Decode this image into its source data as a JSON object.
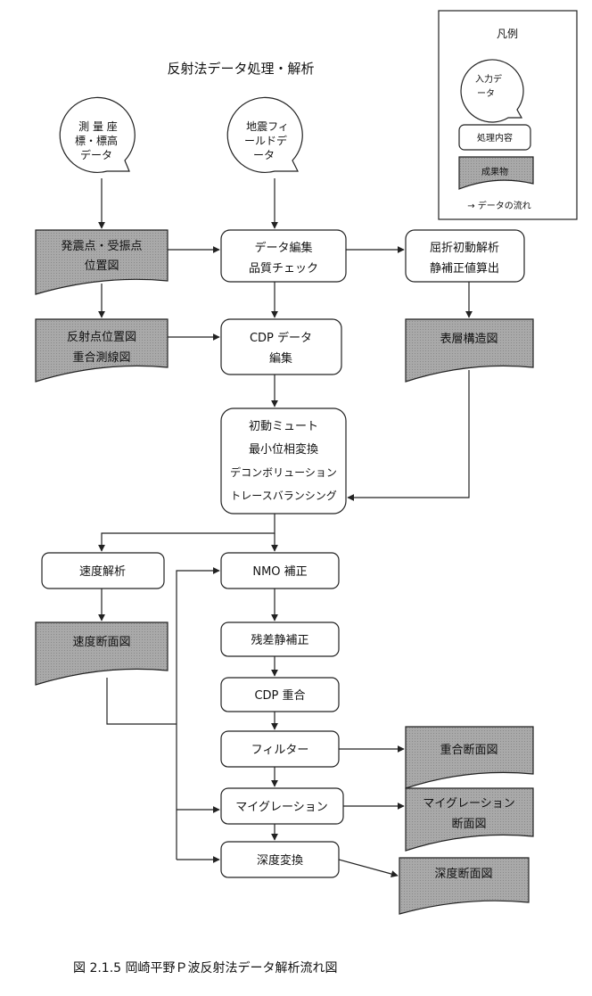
{
  "title": "反射法データ処理・解析",
  "caption": "図 2.1.5 岡崎平野Ｐ波反射法データ解析流れ図",
  "legend": {
    "title": "凡例",
    "input_line1": "入力デ",
    "input_line2": "ータ",
    "process": "処理内容",
    "product": "成果物",
    "flow": "→ データの流れ"
  },
  "inputs": {
    "survey": [
      "測 量 座",
      "標・標高",
      "データ"
    ],
    "seismic": [
      "地震フィ",
      "ールドデ",
      "ータ"
    ]
  },
  "processes": {
    "data_edit": [
      "データ編集",
      "品質チェック"
    ],
    "refraction": [
      "屈折初動解析",
      "静補正値算出"
    ],
    "cdp_edit": [
      "CDP データ",
      "編集"
    ],
    "processing": [
      "初動ミュート",
      "最小位相変換",
      "デコンボリューション",
      "トレースバランシング"
    ],
    "velocity": "速度解析",
    "nmo": "NMO 補正",
    "residual": "残差静補正",
    "cdp_stack": "CDP 重合",
    "filter": "フィルター",
    "migration": "マイグレーション",
    "depth": "深度変換"
  },
  "products": {
    "source_receiver": [
      "発震点・受振点",
      "位置図"
    ],
    "reflection_points": [
      "反射点位置図",
      "重合測線図"
    ],
    "surface": "表層構造図",
    "velocity_section": "速度断面図",
    "stack_section": "重合断面図",
    "migration_section": [
      "マイグレーション",
      "断面図"
    ],
    "depth_section": "深度断面図"
  }
}
